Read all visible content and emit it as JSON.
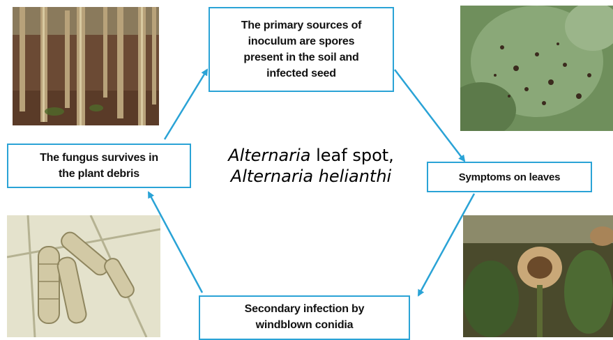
{
  "cycle": {
    "top_box": "The primary sources of\ninoculum  are spores\npresent in the soil and\ninfected seed",
    "right_box": "Symptoms on leaves",
    "bottom_box": "Secondary  infection by\nwindblown conidia",
    "left_box": "The fungus survives in\nthe  plant debris"
  },
  "title": {
    "line1_italic": "Alternaria",
    "line1_rest": " leaf spot,",
    "line2": "Alternaria helianthi"
  },
  "colors": {
    "box_border": "#2aa3d6",
    "arrow": "#2aa3d6"
  },
  "photos": [
    "stalks-field-photo",
    "leaf-spots-photo",
    "conidia-microscope-photo",
    "wilted-sunflower-photo"
  ]
}
